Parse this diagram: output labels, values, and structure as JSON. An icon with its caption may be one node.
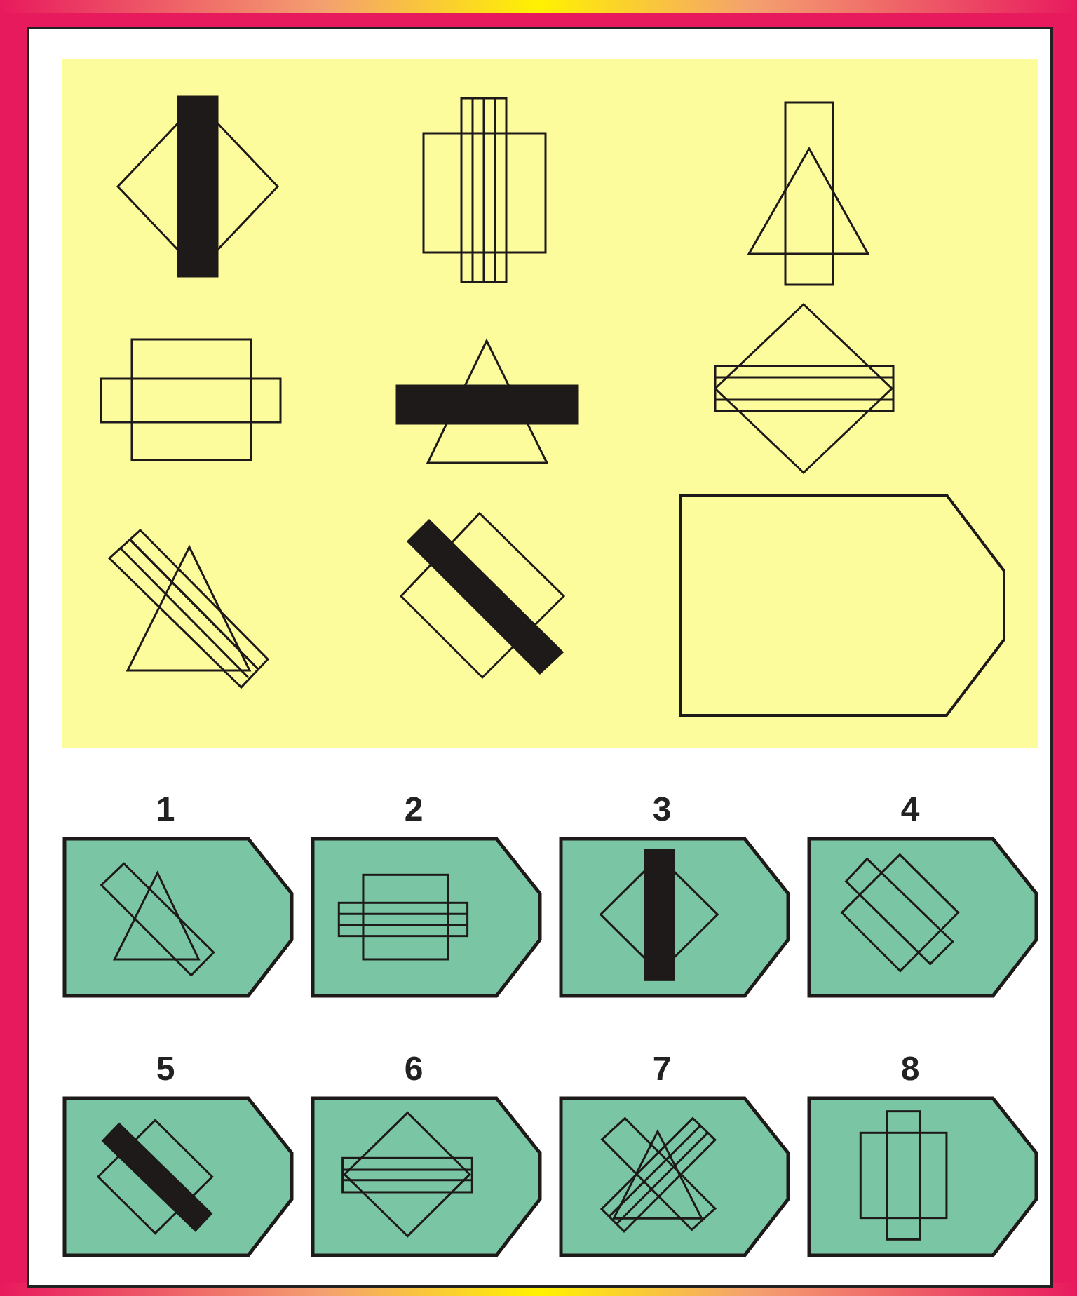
{
  "diagram": {
    "nodes": [
      {
        "text": [
          "1"
        ]
      },
      {
        "text": [
          "2"
        ]
      },
      {
        "text": [
          "3"
        ]
      },
      {
        "text": [
          "4"
        ]
      },
      {
        "text": [
          "5"
        ]
      },
      {
        "text": [
          "6"
        ]
      },
      {
        "text": [
          "7"
        ]
      },
      {
        "text": [
          "8"
        ]
      }
    ]
  }
}
